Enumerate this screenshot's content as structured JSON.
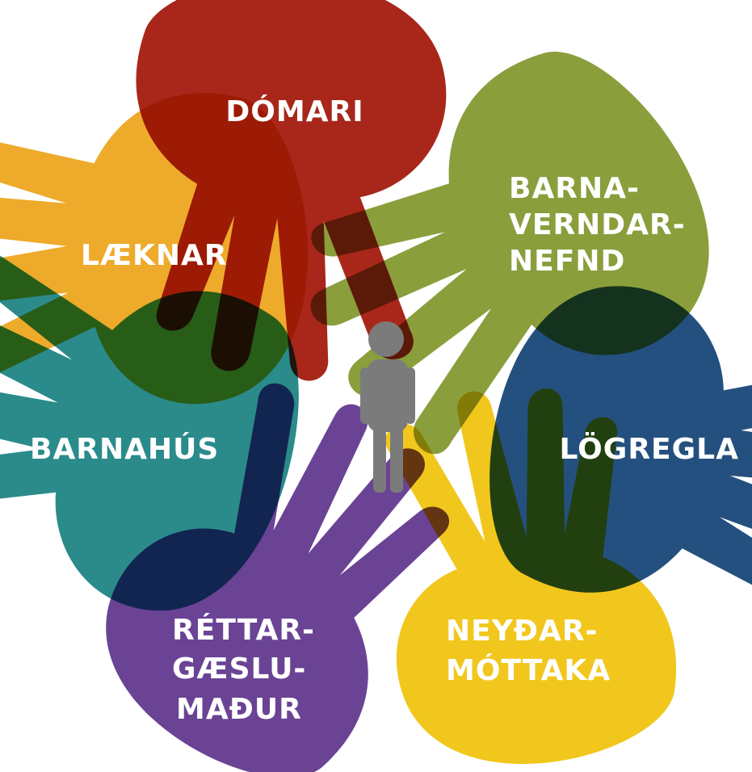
{
  "colors": {
    "red": "#a8271a",
    "green": "#8a9e3c",
    "blue": "#24507f",
    "yellow": "#f1c71d",
    "purple": "#6a4395",
    "teal": "#2b8b8b",
    "orange": "#eeaa2a",
    "child": "#7b7b7b"
  },
  "labels": {
    "domari": "DÓMARI",
    "barnaverndarnefnd": [
      "BARNA-",
      "VERNDAR-",
      "NEFND"
    ],
    "logregla": "LÖGREGLA",
    "neydarmottaka": [
      "NEYÐAR-",
      "MÓTTAKA"
    ],
    "rettargaeslumadur": [
      "RÉTTAR-",
      "GÆSLU-",
      "MAÐUR"
    ],
    "barnahus": "BARNAHÚS",
    "laeknar": "LÆKNAR"
  }
}
